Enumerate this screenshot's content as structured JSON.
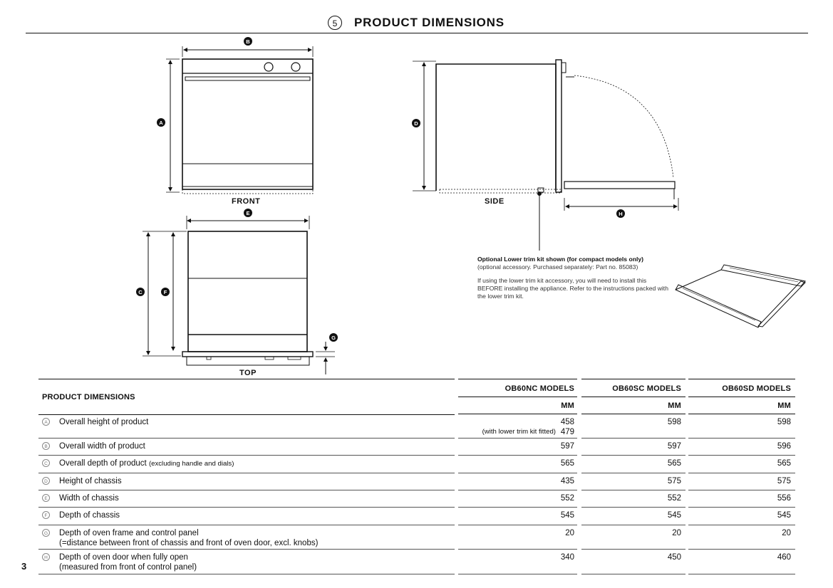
{
  "header": {
    "section_number": "5",
    "title": "PRODUCT DIMENSIONS"
  },
  "diagrams": {
    "front_label": "FRONT",
    "side_label": "SIDE",
    "top_label": "TOP",
    "markers": [
      "A",
      "B",
      "C",
      "D",
      "E",
      "F",
      "G",
      "H"
    ]
  },
  "trim_note": {
    "heading": "Optional Lower trim kit shown (for compact models only)",
    "subheading": "(optional accessory. Purchased separately: Part no. 85083)",
    "body": "If using the lower trim kit accessory, you will need to install this BEFORE installing the appliance. Refer to the instructions packed with the lower trim kit."
  },
  "table": {
    "title": "PRODUCT DIMENSIONS",
    "columns": [
      "OB60NC MODELS",
      "OB60SC MODELS",
      "OB60SD MODELS"
    ],
    "units": [
      "MM",
      "MM",
      "MM"
    ],
    "rows": [
      {
        "letter": "A",
        "label": "Overall height of product",
        "label2": "",
        "values": [
          "458",
          "598",
          "598"
        ],
        "extra_note": "(with lower trim kit fitted)",
        "extra_value": "479"
      },
      {
        "letter": "B",
        "label": "Overall width of product",
        "label2": "",
        "values": [
          "597",
          "597",
          "596"
        ]
      },
      {
        "letter": "C",
        "label": "Overall depth of product ",
        "small": "(excluding handle and dials)",
        "label2": "",
        "values": [
          "565",
          "565",
          "565"
        ]
      },
      {
        "letter": "D",
        "label": "Height of chassis",
        "label2": "",
        "values": [
          "435",
          "575",
          "575"
        ]
      },
      {
        "letter": "E",
        "label": "Width of chassis",
        "label2": "",
        "values": [
          "552",
          "552",
          "556"
        ]
      },
      {
        "letter": "F",
        "label": "Depth of chassis",
        "label2": "",
        "values": [
          "545",
          "545",
          "545"
        ]
      },
      {
        "letter": "G",
        "label": "Depth of oven frame and control panel",
        "label2": "(=distance between front of chassis and front of oven door, excl. knobs)",
        "values": [
          "20",
          "20",
          "20"
        ]
      },
      {
        "letter": "H",
        "label": "Depth of oven door when fully open",
        "label2": "(measured from front of control panel)",
        "values": [
          "340",
          "450",
          "460"
        ]
      }
    ]
  },
  "footer": {
    "page_number": "3"
  }
}
